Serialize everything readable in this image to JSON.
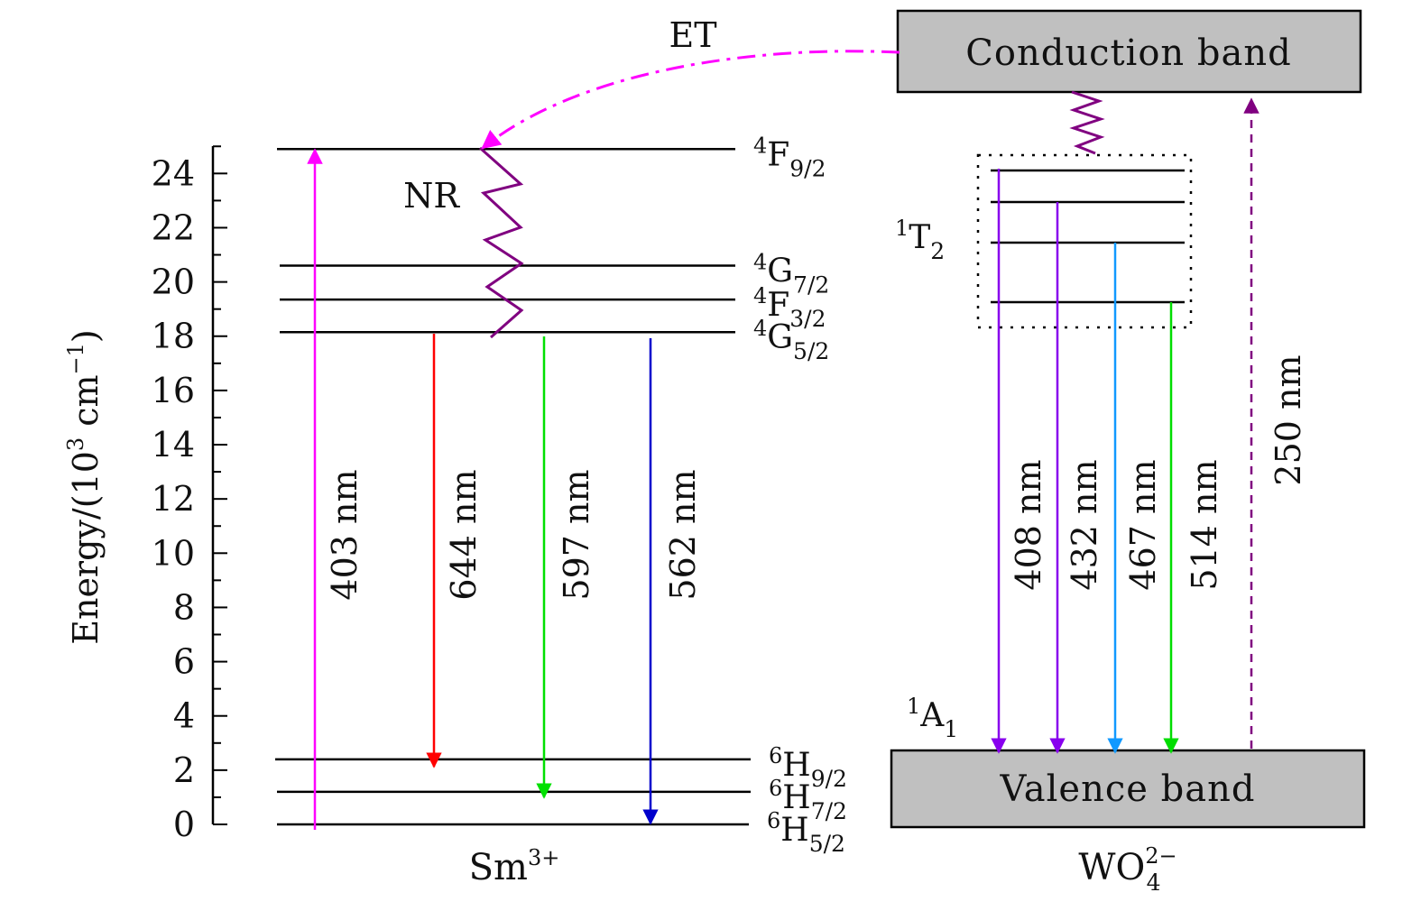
{
  "axis": {
    "title": "Energy/(10",
    "title_sup": "3",
    "title_mid": " cm",
    "title_sup2": "−1",
    "title_end": ")",
    "min": 0,
    "max": 25,
    "ticks": [
      "0",
      "2",
      "4",
      "6",
      "8",
      "10",
      "12",
      "14",
      "16",
      "18",
      "20",
      "22",
      "24"
    ]
  },
  "sm_levels": [
    {
      "term": "4F9/2",
      "sup": "4",
      "letter": "F",
      "sub": "9/2",
      "energy": 24.9
    },
    {
      "term": "4G7/2",
      "sup": "4",
      "letter": "G",
      "sub": "7/2",
      "energy": 20.6
    },
    {
      "term": "4F3/2",
      "sup": "4",
      "letter": "F",
      "sub": "3/2",
      "energy": 19.35
    },
    {
      "term": "4G5/2",
      "sup": "4",
      "letter": "G",
      "sub": "5/2",
      "energy": 18.15
    },
    {
      "term": "6H9/2",
      "sup": "6",
      "letter": "H",
      "sub": "9/2",
      "energy": 2.4
    },
    {
      "term": "6H7/2",
      "sup": "6",
      "letter": "H",
      "sub": "7/2",
      "energy": 1.2
    },
    {
      "term": "6H5/2",
      "sup": "6",
      "letter": "H",
      "sub": "5/2",
      "energy": 0
    }
  ],
  "sm_transitions": [
    {
      "label": "403 nm",
      "color": "#ff00ff",
      "from": "6H5/2",
      "to": "4F9/2",
      "direction": "up"
    },
    {
      "label": "644 nm",
      "color": "#ff0000",
      "from": "4G5/2",
      "to": "6H9/2",
      "direction": "down"
    },
    {
      "label": "597 nm",
      "color": "#00e000",
      "from": "4G5/2",
      "to": "6H7/2",
      "direction": "down"
    },
    {
      "label": "562 nm",
      "color": "#0000cc",
      "from": "4G5/2",
      "to": "6H5/2",
      "direction": "down"
    }
  ],
  "nr_label": "NR",
  "et_label": "ET",
  "wo4_transitions": [
    {
      "label": "408 nm",
      "color": "#8800ee"
    },
    {
      "label": "432 nm",
      "color": "#8800ee"
    },
    {
      "label": "467 nm",
      "color": "#1199ff"
    },
    {
      "label": "514 nm",
      "color": "#00dd00"
    }
  ],
  "excitation": {
    "label": "250 nm",
    "color": "#800080"
  },
  "t2_label": {
    "sup": "1",
    "letter": "T",
    "sub": "2"
  },
  "a1_label": {
    "sup": "1",
    "letter": "A",
    "sub": "1"
  },
  "conduction_band": "Conduction band",
  "valence_band": "Valence band",
  "sm_species": {
    "base": "Sm",
    "sup": "3+"
  },
  "wo4_species": {
    "base": "WO",
    "sub": "4",
    "sup": "2−"
  },
  "colors": {
    "band_fill": "#c0c0c0",
    "et_arrow": "#ff00ff",
    "nr_zigzag": "#800080",
    "level_line": "#000000"
  }
}
